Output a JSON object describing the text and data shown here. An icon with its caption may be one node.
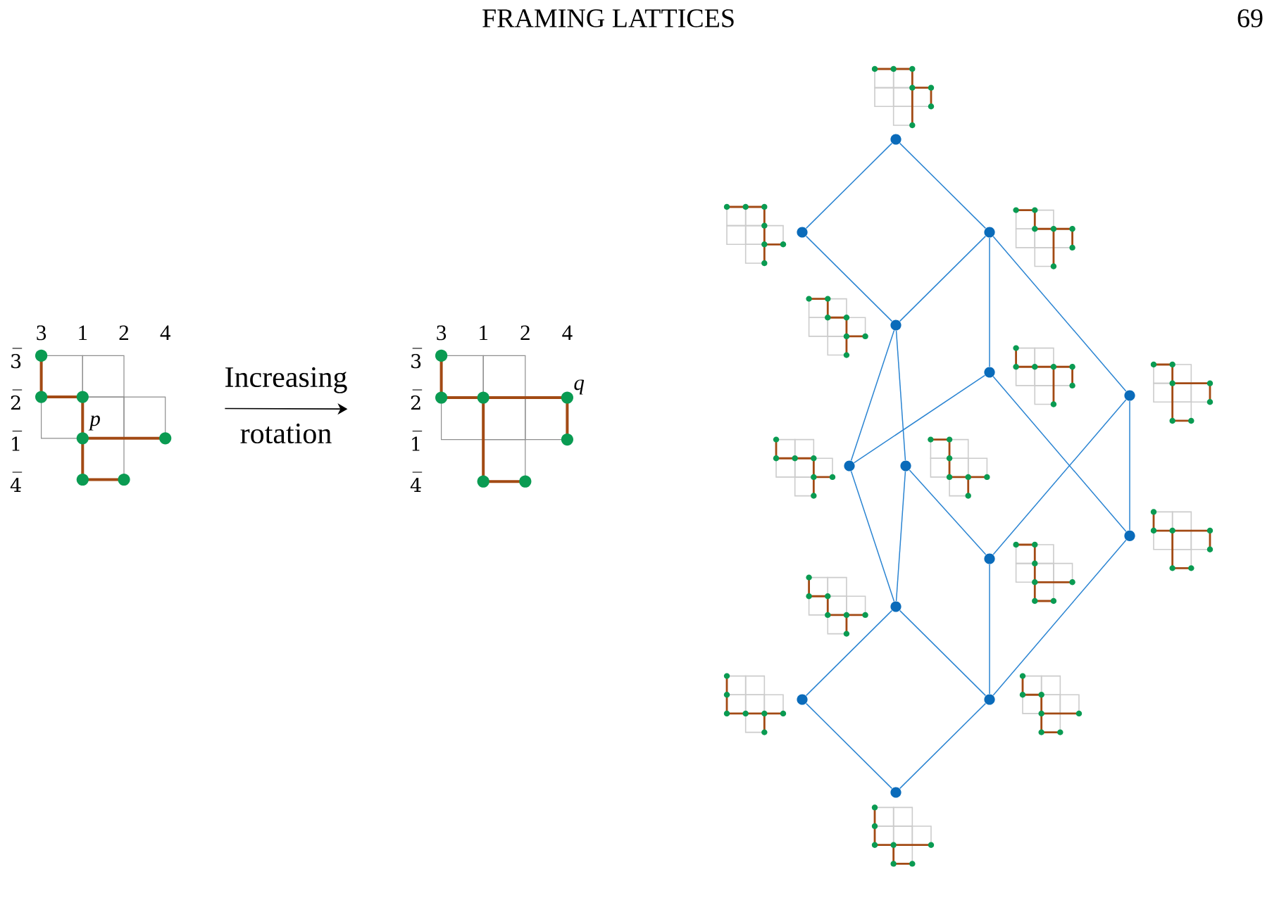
{
  "diagram": {
    "nodes": [
      {
        "text": [
          "p"
        ],
        "beside": [
          "3",
          "1",
          "2",
          "4",
          "3̅",
          "2̅",
          "1̅",
          "4̅"
        ]
      },
      {
        "text": [],
        "shape": "picture",
        "beside": [
          "3",
          "1",
          "2",
          "4",
          "3̅",
          "2̅",
          "1̅",
          "4̅",
          "q"
        ]
      },
      {
        "text": [],
        "shape": "circle"
      },
      {
        "text": [],
        "shape": "circle"
      },
      {
        "text": [],
        "shape": "circle"
      },
      {
        "text": [],
        "shape": "circle"
      },
      {
        "text": [],
        "shape": "circle"
      },
      {
        "text": [],
        "shape": "circle"
      },
      {
        "text": [],
        "shape": "circle"
      },
      {
        "text": [],
        "shape": "circle"
      },
      {
        "text": [],
        "shape": "circle"
      },
      {
        "text": [],
        "shape": "circle"
      },
      {
        "text": [],
        "shape": "circle"
      },
      {
        "text": [],
        "shape": "circle"
      },
      {
        "text": [],
        "shape": "circle"
      },
      {
        "text": [],
        "shape": "circle"
      }
    ],
    "edges": [
      {
        "from": 0,
        "to": 1,
        "arrow": "to",
        "label": "Increasing rotation",
        "color": "#000000"
      },
      {
        "from": 2,
        "to": 3,
        "arrow": "none"
      },
      {
        "from": 2,
        "to": 4,
        "arrow": "none"
      },
      {
        "from": 3,
        "to": 5,
        "arrow": "none"
      },
      {
        "from": 4,
        "to": 5,
        "arrow": "none"
      },
      {
        "from": 4,
        "to": 6,
        "arrow": "none"
      },
      {
        "from": 4,
        "to": 7,
        "arrow": "none"
      },
      {
        "from": 5,
        "to": 8,
        "arrow": "none"
      },
      {
        "from": 5,
        "to": 9,
        "arrow": "none"
      },
      {
        "from": 6,
        "to": 8,
        "arrow": "none"
      },
      {
        "from": 6,
        "to": 11,
        "arrow": "none"
      },
      {
        "from": 7,
        "to": 10,
        "arrow": "none"
      },
      {
        "from": 7,
        "to": 11,
        "arrow": "none"
      },
      {
        "from": 9,
        "to": 10,
        "arrow": "none"
      },
      {
        "from": 8,
        "to": 12,
        "arrow": "none"
      },
      {
        "from": 9,
        "to": 12,
        "arrow": "none"
      },
      {
        "from": 10,
        "to": 14,
        "arrow": "none"
      },
      {
        "from": 11,
        "to": 14,
        "arrow": "none"
      },
      {
        "from": 12,
        "to": 13,
        "arrow": "none"
      },
      {
        "from": 12,
        "to": 14,
        "arrow": "none"
      },
      {
        "from": 13,
        "to": 15,
        "arrow": "none"
      },
      {
        "from": 14,
        "to": 15,
        "arrow": "none"
      }
    ],
    "labels": [
      "FRAMING LATTICES",
      "69"
    ]
  }
}
